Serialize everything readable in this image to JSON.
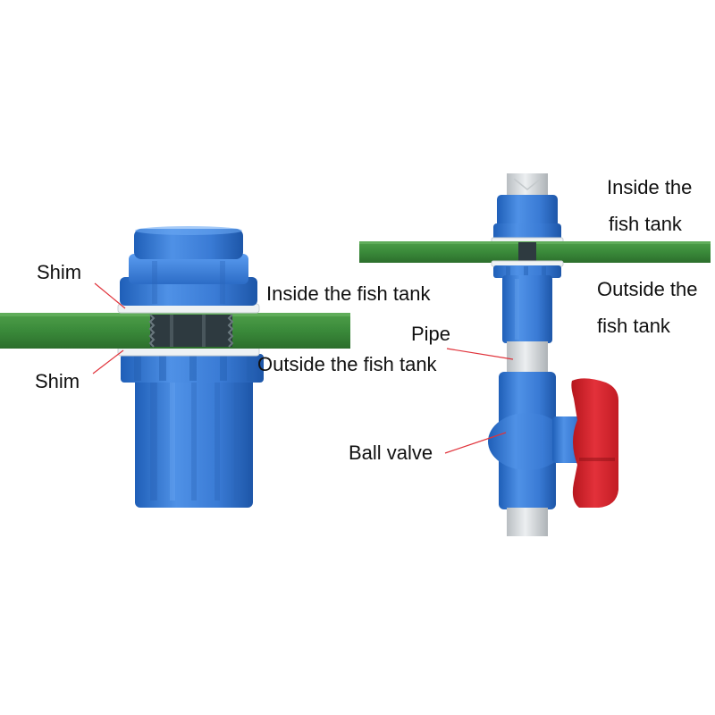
{
  "labels": {
    "left_shim_top": "Shim",
    "left_inside": "Inside the fish tank",
    "left_shim_bottom": "Shim",
    "left_outside": "Outside the fish tank",
    "right_inside_line1": "Inside the",
    "right_inside_line2": "fish tank",
    "right_outside_line1": "Outside the",
    "right_outside_line2": "fish tank",
    "right_pipe": "Pipe",
    "right_ball_valve": "Ball valve"
  },
  "colors": {
    "background": "#ffffff",
    "connector_blue": "#3f7fd6",
    "tank_wall_green": "#3a8a3a",
    "shim_white": "#eef2f4",
    "pipe_grey": "#d6dadd",
    "valve_handle_red": "#d9242c",
    "leader_line_red": "#e0323a",
    "text": "#111111"
  }
}
